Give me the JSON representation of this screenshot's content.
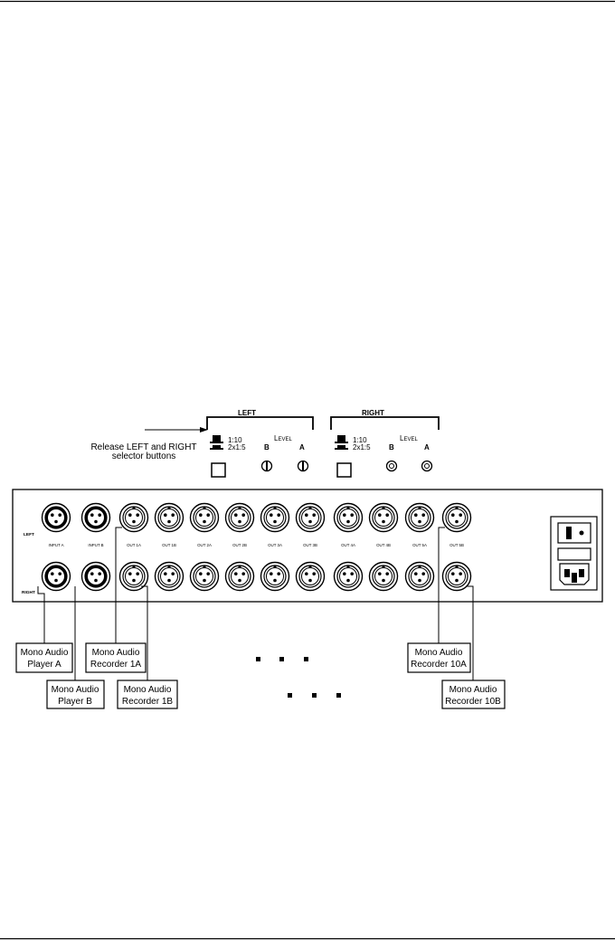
{
  "selector": {
    "left_title": "LEFT",
    "right_title": "RIGHT",
    "ratio_1": "1:10",
    "ratio_2": "2x1:5",
    "level_cap": "L",
    "level_rest": "EVEL",
    "b": "B",
    "a": "A"
  },
  "instruction": {
    "line1": "Release LEFT and RIGHT",
    "line2": "selector buttons"
  },
  "panel": {
    "row_left": "LEFT",
    "row_right": "RIGHT",
    "connector_labels": [
      "INPUT A",
      "INPUT B",
      "OUT 1A",
      "OUT 1B",
      "OUT 2A",
      "OUT 2B",
      "OUT 3A",
      "OUT 3B",
      "OUT 4A",
      "OUT 4B",
      "OUT 5A",
      "OUT 5B"
    ]
  },
  "devices": [
    {
      "id": "player-a",
      "line1": "Mono Audio",
      "line2": "Player A"
    },
    {
      "id": "player-b",
      "line1": "Mono Audio",
      "line2": "Player B"
    },
    {
      "id": "recorder-1a",
      "line1": "Mono Audio",
      "line2": "Recorder 1A"
    },
    {
      "id": "recorder-1b",
      "line1": "Mono Audio",
      "line2": "Recorder 1B"
    },
    {
      "id": "recorder-10a",
      "line1": "Mono Audio",
      "line2": "Recorder 10A"
    },
    {
      "id": "recorder-10b",
      "line1": "Mono Audio",
      "line2": "Recorder 10B"
    }
  ]
}
